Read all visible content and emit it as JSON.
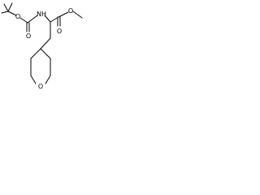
{
  "molecule": {
    "atoms": {
      "nh": "NH",
      "o_ester_carbonyl": "O",
      "o_ester": "O",
      "o_carbamate_carbonyl": "O",
      "o_carbamate": "O",
      "o_ring": "O"
    }
  },
  "colors": {
    "ink": "#000000",
    "background": "#ffffff"
  }
}
